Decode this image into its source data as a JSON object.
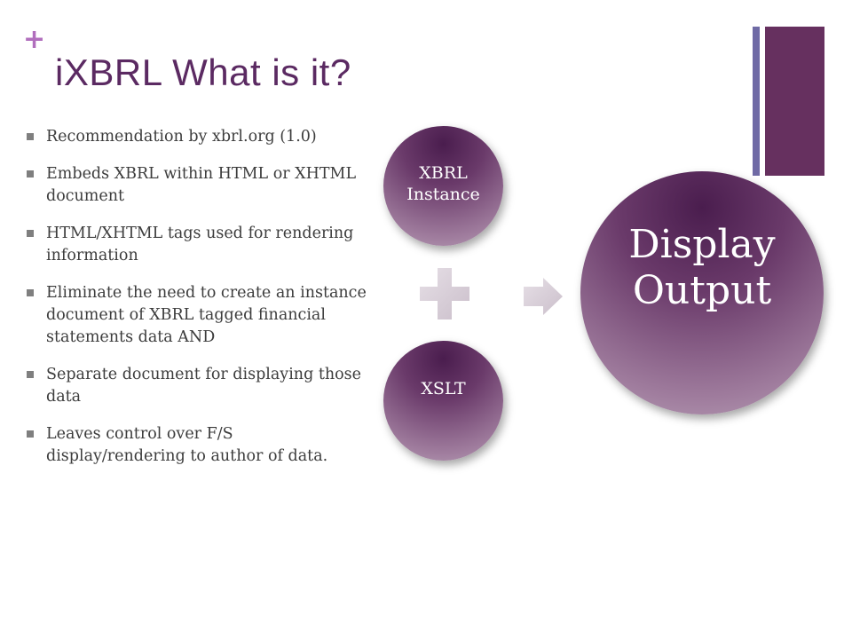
{
  "slide": {
    "plus_symbol": "+",
    "title": "iXBRL What is it?",
    "bullets": [
      "Recommendation by xbrl.org (1.0)",
      "Embeds XBRL within HTML or XHTML document",
      "HTML/XHTML tags used for rendering information",
      "Eliminate the need to create an instance document of XBRL tagged financial statements data AND",
      "Separate document for displaying those data",
      "Leaves control over F/S display/rendering to author of data."
    ]
  },
  "diagram": {
    "input_one": "XBRL Instance",
    "input_two": "XSLT",
    "output": "Display Output",
    "combine_icon": "plus-icon",
    "flow_icon": "arrow-right-icon"
  },
  "colors": {
    "title": "#5b2a62",
    "accent_plus": "#b16fbd",
    "bar_thin": "#6f6aa5",
    "bar_thick": "#66305f",
    "circle_dark": "#4a1d4e",
    "circle_light": "#b7a0b6",
    "icon_fill": "#d9cfd9"
  }
}
